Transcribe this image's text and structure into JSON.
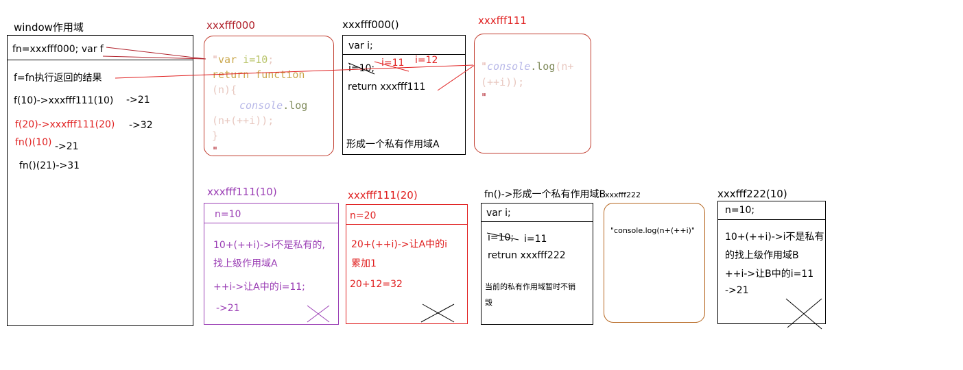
{
  "window_panel": {
    "title": "window作用域",
    "row1": "fn=xxxfff000; var f",
    "row2": "f=fn执行返回的结果",
    "row3": "f(10)->xxxfff111(10)",
    "row3_result": "->21",
    "row4": "f(20)->xxxfff111(20)",
    "row4_result": "->32",
    "row5": "fn()(10)",
    "row5_result": "->21",
    "row6": "fn()(21)->31"
  },
  "heap_000": {
    "label": "xxxfff000",
    "quote_open": "\"",
    "kw_var": "var ",
    "var_i": "i",
    "eq_10": "=10",
    "semi": ";",
    "kw_return": "return function",
    "paren_n": "(n){",
    "console": "console",
    "dot_log": ".log",
    "args": "(n+(++i));",
    "brace": "}",
    "quote_close": "\""
  },
  "exec_000": {
    "label": "xxxfff000()",
    "row1": "var i;",
    "i10": "i=10;",
    "i11": "i=11",
    "i12": "i=12",
    "ret": "return xxxfff111",
    "note": "形成一个私有作用域A"
  },
  "heap_111": {
    "label": "xxxfff111",
    "quote_open": "\"",
    "console": "console",
    "dot_log": ".log",
    "args1": "(n+",
    "args2": "(++i));",
    "quote_close": "\""
  },
  "call_111_10": {
    "label": "xxxfff111(10)",
    "header": "n=10",
    "l1": "10+(++i)->i不是私有的,",
    "l2": "找上级作用域A",
    "l3": "++i->让A中的i=11;",
    "l4": "->21"
  },
  "call_111_20": {
    "label": "xxxfff111(20)",
    "header": "n=20",
    "l1": "20+(++i)->让A中的i",
    "l2": "累加1",
    "l3": "20+12=32"
  },
  "fn_b": {
    "label_main": "fn()->形成一个私有作用域B",
    "row1": "var i;",
    "i10": "i=10;",
    "i11": "i=11",
    "ret": "retrun xxxfff222",
    "note1": "当前的私有作用域暂时不销",
    "note2": "毁"
  },
  "heap_222": {
    "label": "xxxfff222",
    "content": "\"console.log(n+(++i)\""
  },
  "call_222_10": {
    "label": "xxxfff222(10)",
    "header": "n=10;",
    "l1": "10+(++i)->i不是私有",
    "l2": "的找上级作用域B",
    "l3": "++i->让B中的i=11",
    "l4": "->21"
  },
  "colors": {
    "red": "#e02020",
    "dark_red": "#b0202a",
    "purple": "#9b3fb5",
    "brown": "#b5651d",
    "black": "#000000"
  }
}
